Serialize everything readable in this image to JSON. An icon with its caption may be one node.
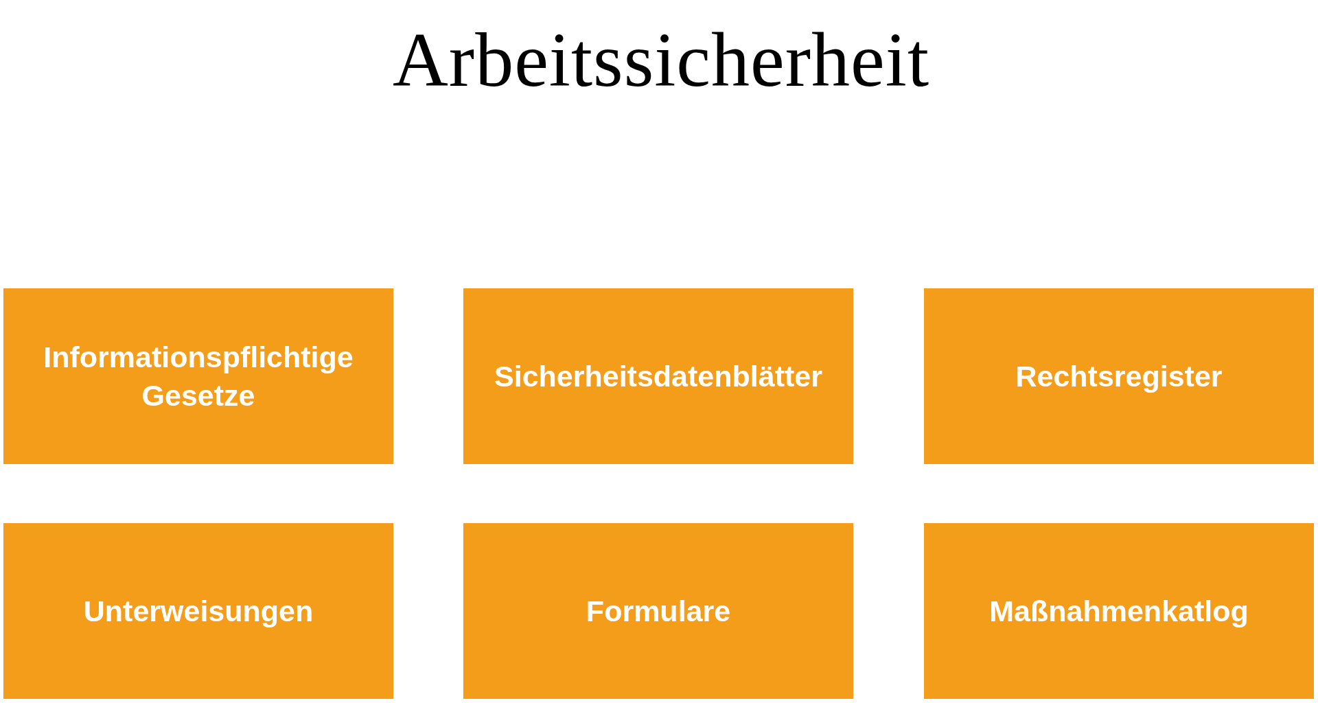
{
  "diagram": {
    "title": "Arbeitssicherheit",
    "nodes": [
      {
        "text": [
          "Informationspflichtige Gesetze"
        ]
      },
      {
        "text": [
          "Sicherheitsdatenblätter"
        ]
      },
      {
        "text": [
          "Rechtsregister"
        ]
      },
      {
        "text": [
          "Unterweisungen"
        ]
      },
      {
        "text": [
          "Formulare"
        ]
      },
      {
        "text": [
          "Maßnahmenkatlog"
        ]
      }
    ]
  }
}
